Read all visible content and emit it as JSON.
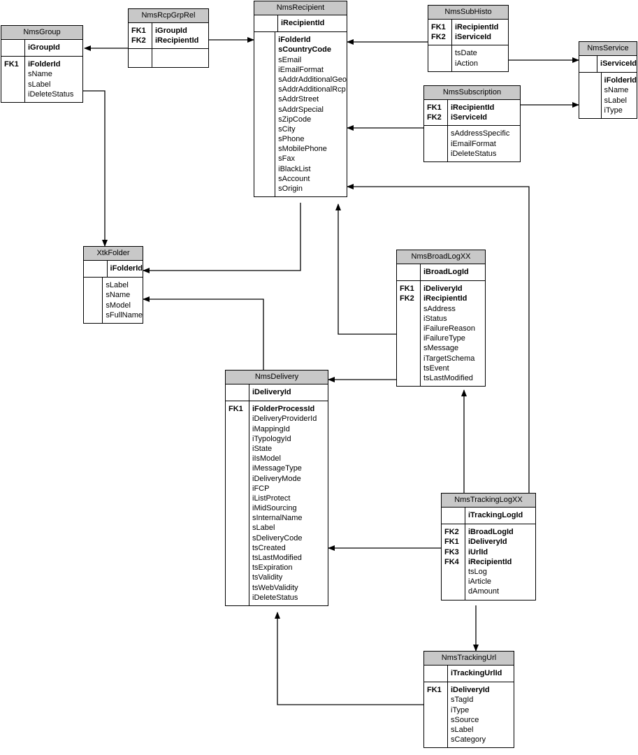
{
  "tables": {
    "NmsGroup": {
      "name": "NmsGroup",
      "pk": "iGroupId",
      "keys": [
        "FK1"
      ],
      "fields": [
        [
          "iFolderId",
          true
        ],
        [
          "sName",
          false
        ],
        [
          "sLabel",
          false
        ],
        [
          "iDeleteStatus",
          false
        ]
      ]
    },
    "NmsRcpGrpRel": {
      "name": "NmsRcpGrpRel",
      "pk": "",
      "keys": [
        "FK1",
        "FK2"
      ],
      "fields": [
        [
          "iGroupId",
          true
        ],
        [
          "iRecipientId",
          true
        ]
      ]
    },
    "NmsRecipient": {
      "name": "NmsRecipient",
      "pk": "iRecipientId",
      "keys": [],
      "fields": [
        [
          "iFolderId",
          true
        ],
        [
          "sCountryCode",
          true
        ],
        [
          "sEmail",
          false
        ],
        [
          "iEmailFormat",
          false
        ],
        [
          "sAddrAdditionalGeo",
          false
        ],
        [
          "sAddrAdditionalRcp",
          false
        ],
        [
          "sAddrStreet",
          false
        ],
        [
          "sAddrSpecial",
          false
        ],
        [
          "sZipCode",
          false
        ],
        [
          "sCity",
          false
        ],
        [
          "sPhone",
          false
        ],
        [
          "sMobilePhone",
          false
        ],
        [
          "sFax",
          false
        ],
        [
          "iBlackList",
          false
        ],
        [
          "sAccount",
          false
        ],
        [
          "sOrigin",
          false
        ]
      ]
    },
    "NmsSubHisto": {
      "name": "NmsSubHisto",
      "pk": "",
      "keys": [
        "FK1",
        "FK2"
      ],
      "fields": [
        [
          "iRecipientId",
          true
        ],
        [
          "iServiceId",
          true
        ]
      ],
      "extra": [
        [
          "tsDate",
          false
        ],
        [
          "iAction",
          false
        ]
      ]
    },
    "NmsService": {
      "name": "NmsService",
      "pk": "iServiceId",
      "keys": [],
      "fields": [
        [
          "iFolderId",
          true
        ],
        [
          "sName",
          false
        ],
        [
          "sLabel",
          false
        ],
        [
          "iType",
          false
        ]
      ]
    },
    "NmsSubscription": {
      "name": "NmsSubscription",
      "pk": "",
      "keys": [
        "FK1",
        "FK2"
      ],
      "fields": [
        [
          "iRecipientId",
          true
        ],
        [
          "iServiceId",
          true
        ]
      ],
      "extra": [
        [
          "sAddressSpecific",
          false
        ],
        [
          "iEmailFormat",
          false
        ],
        [
          "iDeleteStatus",
          false
        ]
      ]
    },
    "XtkFolder": {
      "name": "XtkFolder",
      "pk": "iFolderId",
      "keys": [],
      "fields": [
        [
          "sLabel",
          false
        ],
        [
          "sName",
          false
        ],
        [
          "sModel",
          false
        ],
        [
          "sFullName",
          false
        ]
      ]
    },
    "NmsBroadLogXX": {
      "name": "NmsBroadLogXX",
      "pk": "iBroadLogId",
      "keys": [
        "FK1",
        "FK2"
      ],
      "fields": [
        [
          "iDeliveryId",
          true
        ],
        [
          "iRecipientId",
          true
        ],
        [
          "sAddress",
          false
        ],
        [
          "iStatus",
          false
        ],
        [
          "iFailureReason",
          false
        ],
        [
          "iFailureType",
          false
        ],
        [
          "sMessage",
          false
        ],
        [
          "iTargetSchema",
          false
        ],
        [
          "tsEvent",
          false
        ],
        [
          "tsLastModified",
          false
        ]
      ]
    },
    "NmsDelivery": {
      "name": "NmsDelivery",
      "pk": "iDeliveryId",
      "keys": [
        "FK1"
      ],
      "fields": [
        [
          "iFolderProcessId",
          true
        ],
        [
          "iDeliveryProviderId",
          false
        ],
        [
          "iMappingId",
          false
        ],
        [
          "iTypologyId",
          false
        ],
        [
          "iState",
          false
        ],
        [
          "iIsModel",
          false
        ],
        [
          "iMessageType",
          false
        ],
        [
          "iDeliveryMode",
          false
        ],
        [
          "iFCP",
          false
        ],
        [
          "iListProtect",
          false
        ],
        [
          "iMidSourcing",
          false
        ],
        [
          "sInternalName",
          false
        ],
        [
          "sLabel",
          false
        ],
        [
          "sDeliveryCode",
          false
        ],
        [
          "tsCreated",
          false
        ],
        [
          "tsLastModified",
          false
        ],
        [
          "tsExpiration",
          false
        ],
        [
          "tsValidity",
          false
        ],
        [
          "tsWebValidity",
          false
        ],
        [
          "iDeleteStatus",
          false
        ]
      ]
    },
    "NmsTrackingLogXX": {
      "name": "NmsTrackingLogXX",
      "pk": "iTrackingLogId",
      "keys": [
        "FK2",
        "FK1",
        "FK3",
        "FK4"
      ],
      "fields": [
        [
          "iBroadLogId",
          true
        ],
        [
          "iDeliveryId",
          true
        ],
        [
          "iUrlId",
          true
        ],
        [
          "iRecipientId",
          true
        ],
        [
          "tsLog",
          false
        ],
        [
          "iArticle",
          false
        ],
        [
          "dAmount",
          false
        ]
      ]
    },
    "NmsTrackingUrl": {
      "name": "NmsTrackingUrl",
      "pk": "iTrackingUrlId",
      "keys": [
        "FK1"
      ],
      "fields": [
        [
          "iDeliveryId",
          true
        ],
        [
          "sTagId",
          false
        ],
        [
          "iType",
          false
        ],
        [
          "sSource",
          false
        ],
        [
          "sLabel",
          false
        ],
        [
          "sCategory",
          false
        ]
      ]
    }
  }
}
